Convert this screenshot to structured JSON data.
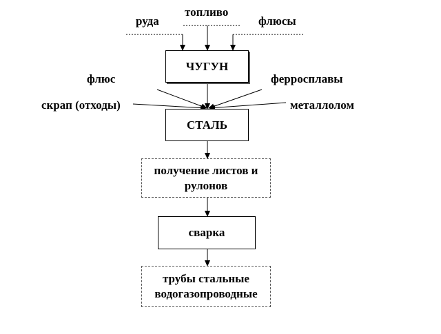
{
  "inputs": {
    "ore": "руда",
    "fuel": "топливо",
    "fluxes": "флюсы",
    "flux": "флюс",
    "ferroalloys": "ферросплавы",
    "scrap": "скрап (отходы)",
    "metal_scrap": "металлолом"
  },
  "stages": {
    "pig_iron": "ЧУГУН",
    "steel": "СТАЛЬ",
    "sheets_line1": "получение листов и",
    "sheets_line2": "рулонов",
    "welding": "сварка",
    "pipes_line1": "трубы стальные",
    "pipes_line2": "водогазопроводные"
  },
  "colors": {
    "line": "#000000",
    "dashed_border": "#555555"
  }
}
